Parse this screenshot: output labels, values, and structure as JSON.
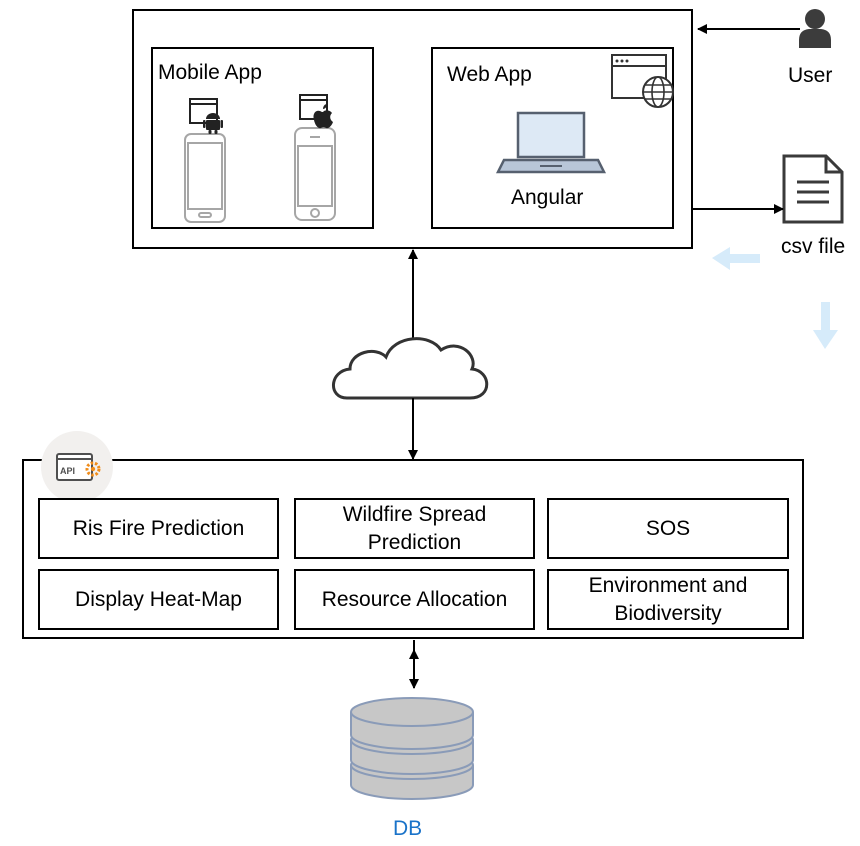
{
  "frontend": {
    "mobile_app": {
      "title": "Mobile App",
      "platforms": [
        "android-icon",
        "apple-icon"
      ]
    },
    "web_app": {
      "title": "Web App",
      "framework": "Angular"
    }
  },
  "user": {
    "label": "User"
  },
  "export": {
    "label": "csv file"
  },
  "api": {
    "icon_text": "API",
    "services": [
      "Ris Fire Prediction",
      "Wildfire Spread Prediction",
      "SOS",
      "Display Heat-Map",
      "Resource Allocation",
      "Environment and Biodiversity"
    ]
  },
  "database": {
    "label": "DB",
    "label_color": "#1a73c9"
  },
  "colors": {
    "line": "#000000",
    "disk_fill": "#c7c7c7",
    "disk_stroke": "#8a9bb8",
    "faint_arrow": "#d6ebfa",
    "device_gray": "#a6a6a6"
  }
}
